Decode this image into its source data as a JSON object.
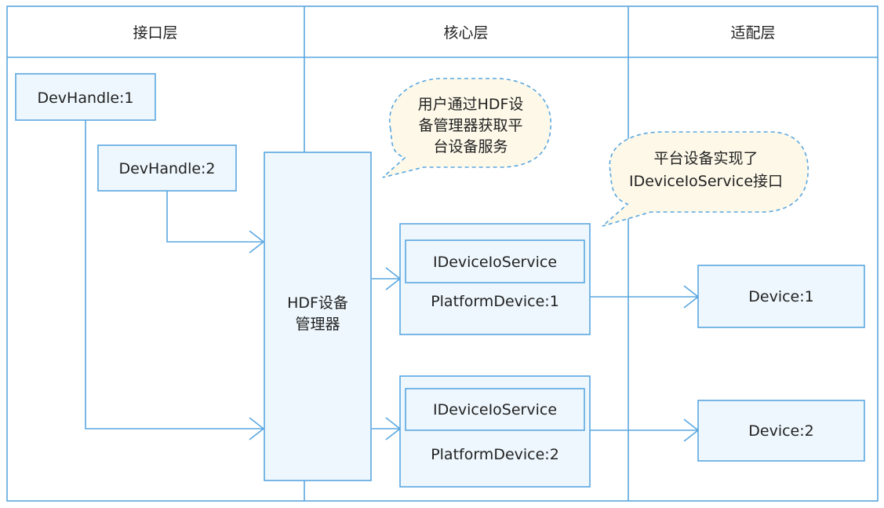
{
  "columns": {
    "interface": "接口层",
    "core": "核心层",
    "adapter": "适配层"
  },
  "nodes": {
    "devhandle_1": "DevHandle:1",
    "devhandle_2": "DevHandle:2",
    "hdf_manager_line1": "HDF设备",
    "hdf_manager_line2": "管理器",
    "ideviceioservice_1": "IDeviceIoService",
    "platformdevice_1": "PlatformDevice:1",
    "ideviceioservice_2": "IDeviceIoService",
    "platformdevice_2": "PlatformDevice:2",
    "device_1": "Device:1",
    "device_2": "Device:2"
  },
  "callouts": {
    "user_line1": "用户通过HDF设",
    "user_line2": "备管理器获取平",
    "user_line3": "台设备服务",
    "platform_line1": "平台设备实现了",
    "platform_line2": "IDeviceIoService接口"
  },
  "colors": {
    "border": "#5aa7e0",
    "box_fill": "#eef7fd",
    "callout_fill": "#fdf8e8",
    "callout_border": "#5aa7e0",
    "text": "#222222"
  }
}
